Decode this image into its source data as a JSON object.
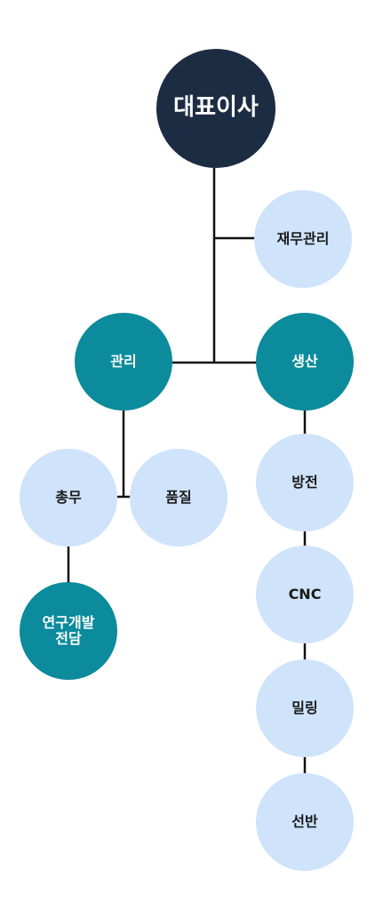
{
  "org": {
    "ceo": "대표이사",
    "finance": "재무관리",
    "management": "관리",
    "production": "생산",
    "general_affairs": "총무",
    "quality": "품질",
    "rnd": "연구개발\n전담",
    "bangjeon": "방전",
    "cnc": "CNC",
    "milling": "밀링",
    "lathe": "선반"
  },
  "colors": {
    "ceo": "#1c2c43",
    "department": "#0b8b9c",
    "team": "#cfe3fb",
    "line": "#111111"
  }
}
